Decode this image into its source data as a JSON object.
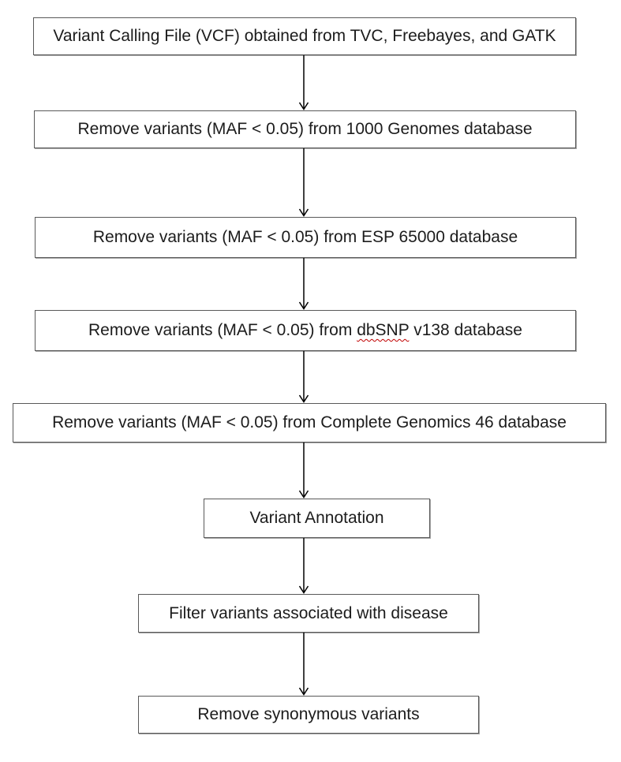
{
  "nodes": [
    {
      "label": "Variant Calling File (VCF) obtained from TVC, Freebayes, and GATK"
    },
    {
      "label": "Remove variants (MAF < 0.05) from 1000 Genomes database"
    },
    {
      "label": "Remove variants (MAF < 0.05) from ESP 65000 database"
    },
    {
      "label_before": "Remove variants (MAF < 0.05) from ",
      "label_misspelled": "dbSNP",
      "label_after": " v138 database"
    },
    {
      "label": "Remove variants (MAF < 0.05) from Complete Genomics 46 database"
    },
    {
      "label": "Variant Annotation"
    },
    {
      "label": "Filter variants associated with disease"
    },
    {
      "label": "Remove synonymous variants"
    }
  ],
  "colors": {
    "background": "#ffffff",
    "box_fill": "#ffffff",
    "box_border": "#595959",
    "text": "#1c1c1c",
    "arrow": "#000000",
    "spellcheck_underline": "#c00000"
  }
}
